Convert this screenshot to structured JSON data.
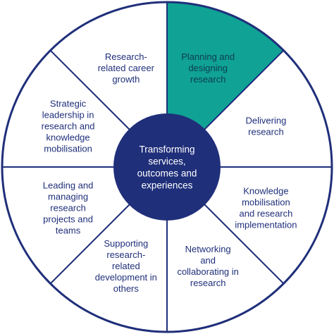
{
  "colors": {
    "ring": "#1f2f7a",
    "text": "#1f2f7a",
    "highlight_fill": "#10a295",
    "highlight_text": "#0d3d4f",
    "center_fill": "#1f2f7a",
    "center_text": "#ffffff",
    "segment_fill": "#ffffff"
  },
  "center": {
    "lines": [
      "Transforming",
      "services,",
      "outcomes and",
      "experiences"
    ]
  },
  "segments": [
    {
      "lines": [
        "Planning and",
        "designing",
        "research"
      ],
      "highlighted": true
    },
    {
      "lines": [
        "Delivering",
        "research"
      ],
      "highlighted": false
    },
    {
      "lines": [
        "Knowledge",
        "mobilisation",
        "and research",
        "implementation"
      ],
      "highlighted": false
    },
    {
      "lines": [
        "Networking",
        "and",
        "collaborating in",
        "research"
      ],
      "highlighted": false
    },
    {
      "lines": [
        "Supporting",
        "research-",
        "related",
        "development in",
        "others"
      ],
      "highlighted": false
    },
    {
      "lines": [
        "Leading and",
        "managing",
        "research",
        "projects and",
        "teams"
      ],
      "highlighted": false
    },
    {
      "lines": [
        "Strategic",
        "leadership in",
        "research and",
        "knowledge",
        "mobilisation"
      ],
      "highlighted": false
    },
    {
      "lines": [
        "Research-",
        "related career",
        "growth"
      ],
      "highlighted": false
    }
  ]
}
